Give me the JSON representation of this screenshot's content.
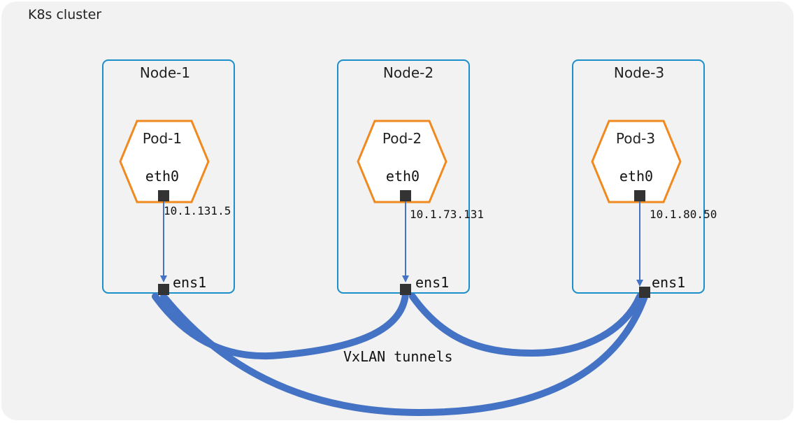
{
  "cluster": {
    "title": "K8s cluster"
  },
  "nodes": [
    {
      "name": "Node-1",
      "pod": "Pod-1",
      "pod_iface": "eth0",
      "pod_ip": "10.1.131.5",
      "node_iface": "ens1"
    },
    {
      "name": "Node-2",
      "pod": "Pod-2",
      "pod_iface": "eth0",
      "pod_ip": "10.1.73.131",
      "node_iface": "ens1"
    },
    {
      "name": "Node-3",
      "pod": "Pod-3",
      "pod_iface": "eth0",
      "pod_ip": "10.1.80.50",
      "node_iface": "ens1"
    }
  ],
  "tunnels": {
    "label": "VxLAN tunnels"
  },
  "colors": {
    "node_border": "#1a8fc9",
    "pod_border": "#f08a1e",
    "pod_fill": "#ffffff",
    "arrow": "#4472c4",
    "tunnel": "#4472c4",
    "port": "#333333",
    "background": "#f2f2f2"
  }
}
